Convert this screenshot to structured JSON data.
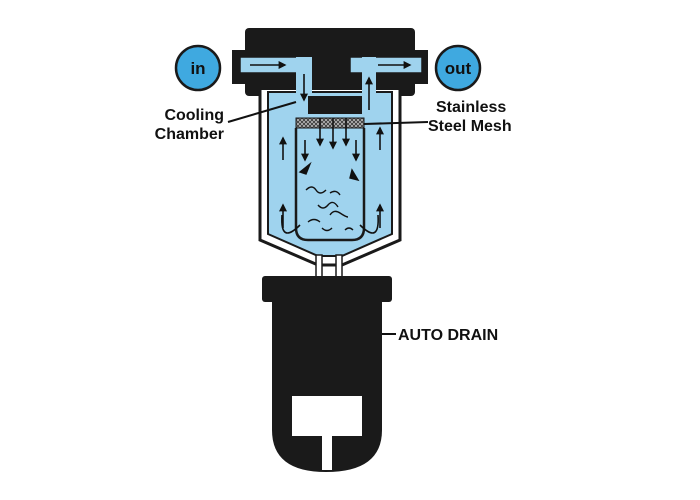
{
  "ports": {
    "inlet": "in",
    "outlet": "out"
  },
  "labels": {
    "cooling_chamber_line1": "Cooling",
    "cooling_chamber_line2": "Chamber",
    "mesh_line1": "Stainless",
    "mesh_line2": "Steel Mesh",
    "auto_drain": "AUTO DRAIN"
  },
  "colors": {
    "fluid": "#9fd3ee",
    "port_badge": "#3fa9e0",
    "body": "#1a1a1a",
    "outline": "#1a1a1a"
  }
}
